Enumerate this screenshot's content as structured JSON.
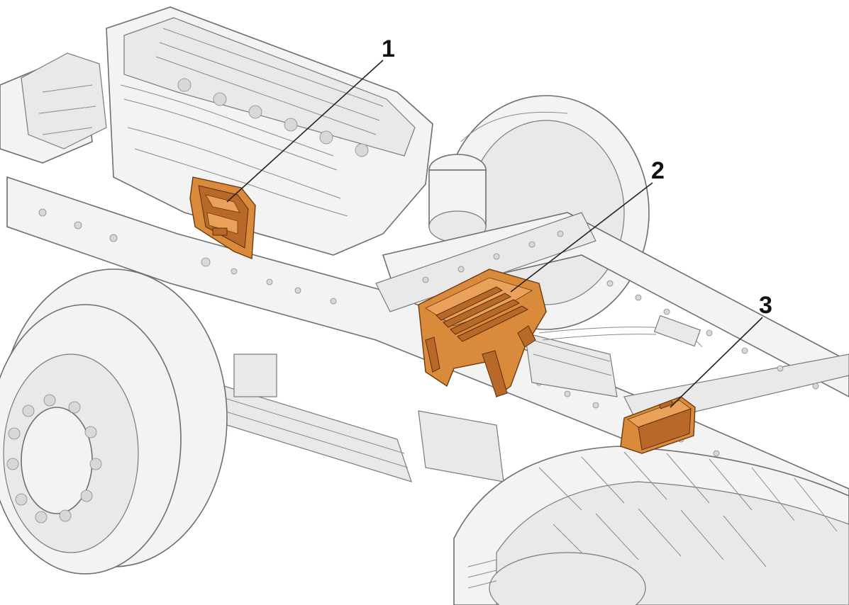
{
  "callouts": [
    {
      "label": "1",
      "color": "#d98a3a"
    },
    {
      "label": "2",
      "color": "#d98a3a"
    },
    {
      "label": "3",
      "color": "#d98a3a"
    }
  ],
  "colors": {
    "highlight": "#d98a3a",
    "outline": "#6f6f6f",
    "background": "#ffffff"
  }
}
